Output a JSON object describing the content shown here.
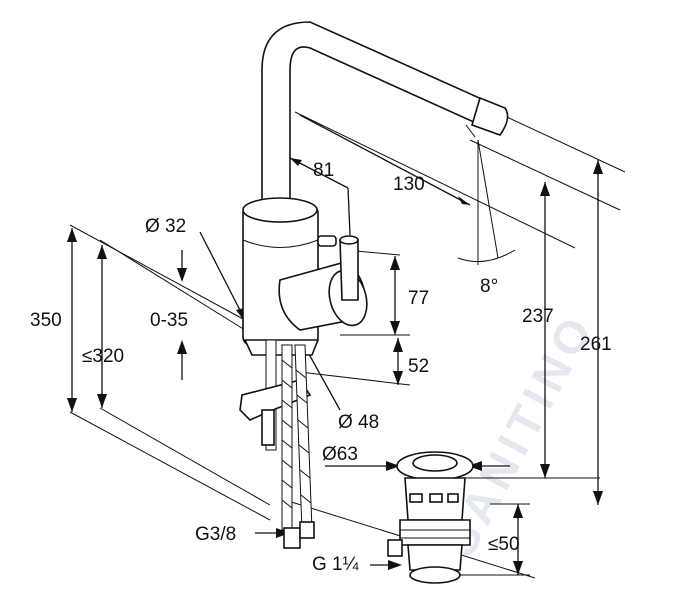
{
  "drawing": {
    "dimensions": {
      "d81": "81",
      "d130": "130",
      "phi32": "Ø 32",
      "angle8": "8°",
      "d350": "350",
      "d320": "≤320",
      "range035": "0-35",
      "d77": "77",
      "d237": "237",
      "d261": "261",
      "d52": "52",
      "phi48": "Ø 48",
      "phi63": "Ø63",
      "g38": "G3/8",
      "d50": "≤50",
      "g114": "G 1¼"
    },
    "watermark": "SANITINO"
  }
}
